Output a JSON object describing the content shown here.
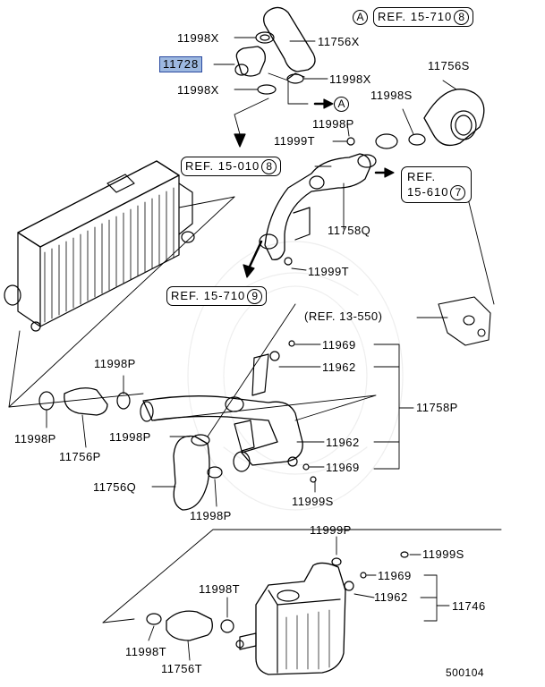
{
  "highlight_part": "11728",
  "refs": {
    "ref_a_top": {
      "text": "REF. 15-710",
      "badge": "8"
    },
    "ref_010": {
      "text": "REF. 15-010",
      "badge": "8"
    },
    "ref_610_line1": "REF.",
    "ref_610_line2": "15-610",
    "ref_610_badge": "7",
    "ref_710_mid": {
      "text": "REF. 15-710",
      "badge": "9"
    },
    "ref_13_550": "(REF. 13-550)"
  },
  "marker_a": "A",
  "labels": {
    "l_11998x_1": "11998X",
    "l_11756x": "11756X",
    "l_11998x_2": "11998X",
    "l_11998x_3": "11998X",
    "l_11756s": "11756S",
    "l_11998s": "11998S",
    "l_11998p_a": "11998P",
    "l_11999t_a": "11999T",
    "l_11758q": "11758Q",
    "l_11999t_b": "11999T",
    "l_11969_a": "11969",
    "l_11962_a": "11962",
    "l_11998p_b": "11998P",
    "l_11998p_c": "11998P",
    "l_11756p": "11756P",
    "l_11998p_d": "11998P",
    "l_11758p": "11758P",
    "l_11756q": "11756Q",
    "l_11998p_e": "11998P",
    "l_11962_b": "11962",
    "l_11969_b": "11969",
    "l_11999s_a": "11999S",
    "l_11999p": "11999P",
    "l_11999s_b": "11999S",
    "l_11969_c": "11969",
    "l_11962_c": "11962",
    "l_11746": "11746",
    "l_11998t_a": "11998T",
    "l_11998t_b": "11998T",
    "l_11756t": "11756T"
  },
  "diagram_number": "500104"
}
